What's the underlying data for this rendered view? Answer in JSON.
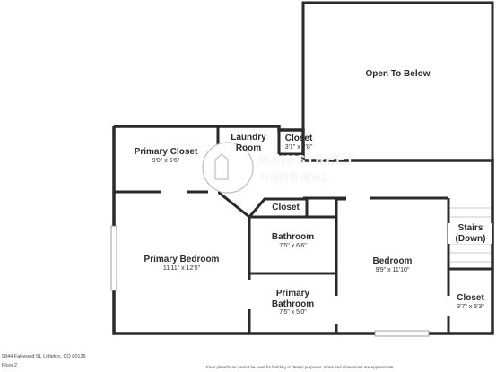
{
  "rooms": {
    "open_to_below": {
      "name": "Open To Below"
    },
    "primary_closet": {
      "name": "Primary Closet",
      "dims": "9'0\" x 5'6\""
    },
    "laundry": {
      "name_line1": "Laundry",
      "name_line2": "Room"
    },
    "closet_top": {
      "name": "Closet",
      "dims": "3'1\" x 2'8\""
    },
    "closet_mid": {
      "name": "Closet"
    },
    "primary_bedroom": {
      "name": "Primary Bedroom",
      "dims": "11'11\" x 12'5\""
    },
    "bathroom": {
      "name": "Bathroom",
      "dims": "7'5\" x 6'6\""
    },
    "bedroom": {
      "name": "Bedroom",
      "dims": "9'9\" x 11'10\""
    },
    "stairs": {
      "name_line1": "Stairs",
      "name_line2": "(Down)"
    },
    "closet_right": {
      "name": "Closet",
      "dims": "3'7\" x 5'3\""
    },
    "primary_bathroom": {
      "name_line1": "Primary",
      "name_line2": "Bathroom",
      "dims": "7'5\" x 5'0\""
    }
  },
  "watermark": {
    "line1": "MAINSTREET",
    "line2": "RENEWAL"
  },
  "footer": {
    "address": "9844 Fairwood St, Littleton, CO 80125",
    "floor": "Floor 2",
    "disclaimer": "Floor plans/tours cannot be used for building or design purposes. Sizes and dimensions are approximate."
  },
  "colors": {
    "wall": "#2a2a2a",
    "open_fill": "#ffffff",
    "stair_line": "#c8c8c8"
  }
}
